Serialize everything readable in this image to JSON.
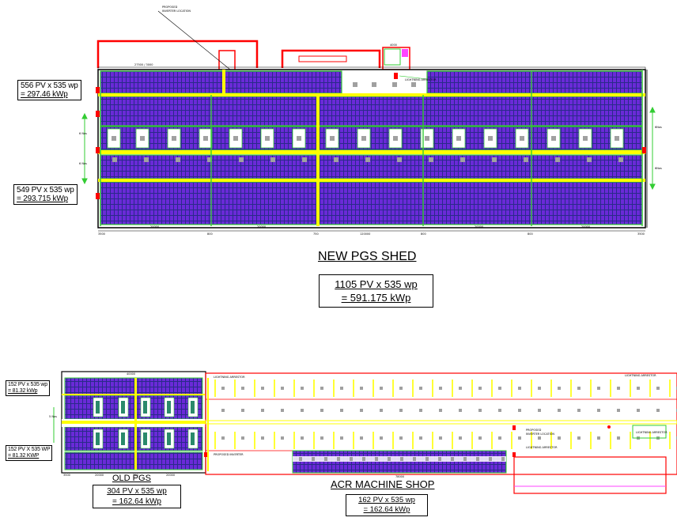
{
  "new_shed": {
    "title": "NEW PGS SHED",
    "total_line1": "1105 PV x 535 wp",
    "total_line2": "= 591.175 kWp",
    "top_label_line1": "556 PV x 535 wp",
    "top_label_line2": "= 297.46 kWp",
    "bottom_label_line1": "549 PV x 535 wp",
    "bottom_label_line2": "= 293.715 kWp"
  },
  "old_pgs": {
    "title": "OLD PGS",
    "total_line1": "304 PV x 535 wp",
    "total_line2": "= 162.64 kWp",
    "top_label_line1": "152 PV x 535 wp",
    "top_label_line2": "= 81.32 kWp",
    "bottom_label_line1": "152 PV X 535 WP",
    "bottom_label_line2": "= 81.32 KWP"
  },
  "acr_shop": {
    "title": "ACR MACHINE SHOP",
    "total_line1": "162 PV x 535 wp",
    "total_line2": "= 162.64 kWp"
  },
  "colors": {
    "panel": "#6a2ad8",
    "walkway": "#ffff00",
    "frame": "#33cc33",
    "boundary": "#ff0000",
    "column": "#a0a0a0"
  }
}
